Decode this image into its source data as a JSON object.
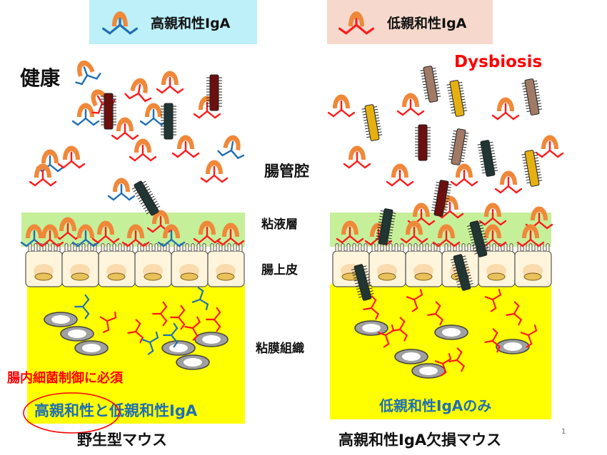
{
  "legend": {
    "high": "高親和性IgA",
    "low": "低親和性IgA"
  },
  "left": {
    "state": "健康",
    "note": "腸内細菌制御に必須",
    "caption_high": "高親和性",
    "caption_rest": "と低親和性IgA",
    "title": "野生型マウス"
  },
  "right": {
    "state": "Dysbiosis",
    "caption": "低親和性IgAのみ",
    "title": "高親和性IgA欠損マウス"
  },
  "layers": {
    "lumen": "腸管腔",
    "mucus": "粘液層",
    "epithelium": "腸上皮",
    "lamina": "粘膜組織"
  },
  "page_number": "1",
  "colors": {
    "high_affinity": "#1f6fb4",
    "low_affinity": "#ff1a1a",
    "bacterium_orange": "#f0883a",
    "legend_high_bg": "#bdf0f8",
    "legend_low_bg": "#f6d9cc",
    "mucus": "#c6ef9a",
    "tissue": "#ffff00"
  }
}
